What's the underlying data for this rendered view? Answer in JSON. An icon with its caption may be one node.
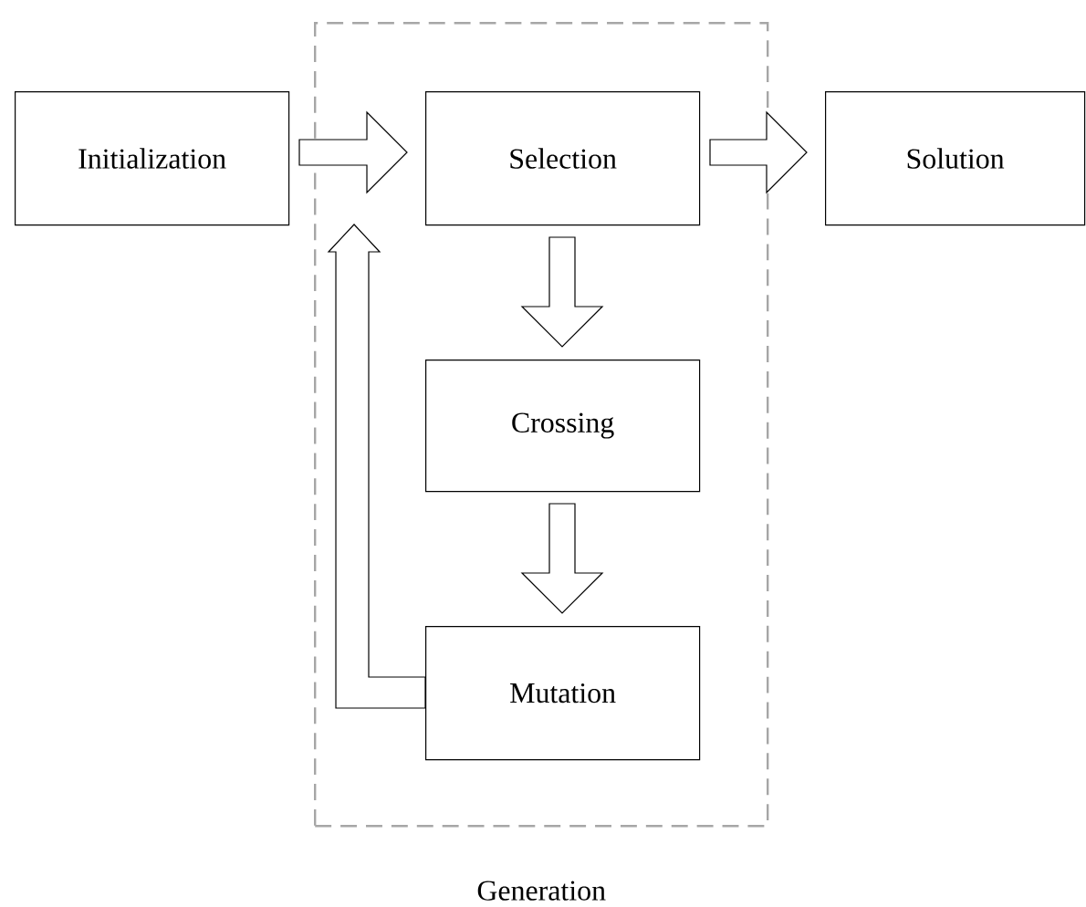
{
  "diagram": {
    "nodes": [
      {
        "text": [
          "Initialization"
        ]
      },
      {
        "text": [
          "Generation"
        ]
      },
      {
        "text": [
          "Selection"
        ],
        "in": 1
      },
      {
        "text": [
          "Crossing"
        ],
        "in": 1
      },
      {
        "text": [
          "Mutation"
        ],
        "in": 1
      },
      {
        "text": [
          "Solution"
        ]
      }
    ],
    "edges": [
      {
        "from": 0,
        "to": 2,
        "arrow": "to"
      },
      {
        "from": 2,
        "to": 5,
        "arrow": "to"
      },
      {
        "from": 2,
        "to": 3,
        "arrow": "to"
      },
      {
        "from": 3,
        "to": 4,
        "arrow": "to"
      },
      {
        "from": 4,
        "to": 2,
        "arrow": "to"
      }
    ]
  }
}
